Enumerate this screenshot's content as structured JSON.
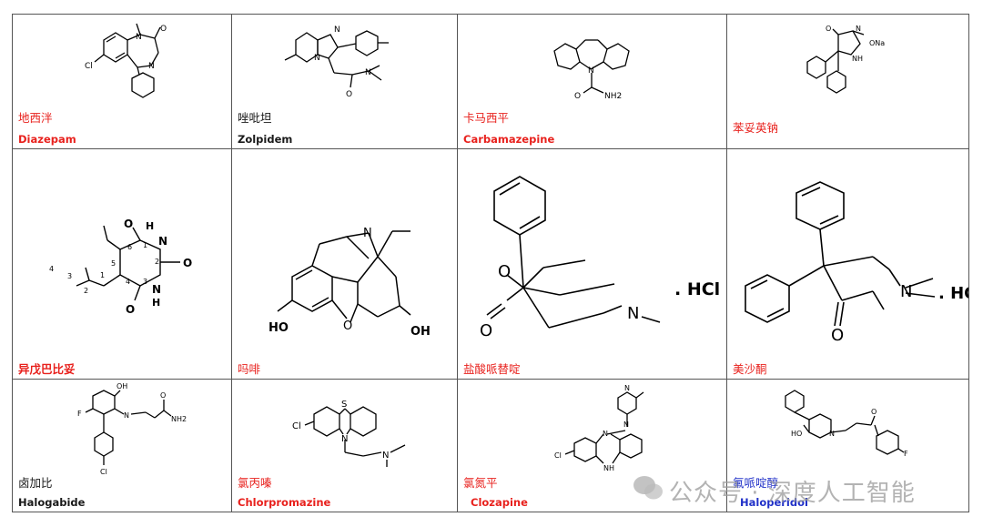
{
  "cells": [
    {
      "cn": "地西泮",
      "en": "Diazepam",
      "color": "red"
    },
    {
      "cn": "唑吡坦",
      "en": "Zolpidem",
      "color": "black"
    },
    {
      "cn": "卡马西平",
      "en": "Carbamazepine",
      "color": "red"
    },
    {
      "cn": "苯妥英钠",
      "en": "",
      "color": "red"
    },
    {
      "cn": "异戊巴比妥",
      "en": "",
      "color": "red"
    },
    {
      "cn": "吗啡",
      "en": "",
      "color": "red"
    },
    {
      "cn": "盐酸哌替啶",
      "en": "",
      "color": "red"
    },
    {
      "cn": "美沙酮",
      "en": "",
      "color": "red"
    },
    {
      "cn": "卤加比",
      "en": "Halogabide",
      "color": "black"
    },
    {
      "cn": "氯丙嗪",
      "en": "Chlorpromazine",
      "color": "red"
    },
    {
      "cn": "氯氮平",
      "en": "Clozapine",
      "color": "red"
    },
    {
      "cn": "氟哌啶醇",
      "en": "Haloperidol",
      "color": "blue"
    }
  ],
  "atoms": {
    "cl": "Cl",
    "n": "N",
    "o": "O",
    "nh2": "NH2",
    "ona": "ONa",
    "nh": "NH",
    "h": "H",
    "hcl": ". HCl",
    "hc": ". HC",
    "ho": "HO",
    "oh": "OH",
    "s": "S",
    "f": "F",
    "n1": "1",
    "n2": "2",
    "n3": "3",
    "n4": "4",
    "n5": "5",
    "n6": "6"
  },
  "watermark": "公众号 · 深度人工智能"
}
